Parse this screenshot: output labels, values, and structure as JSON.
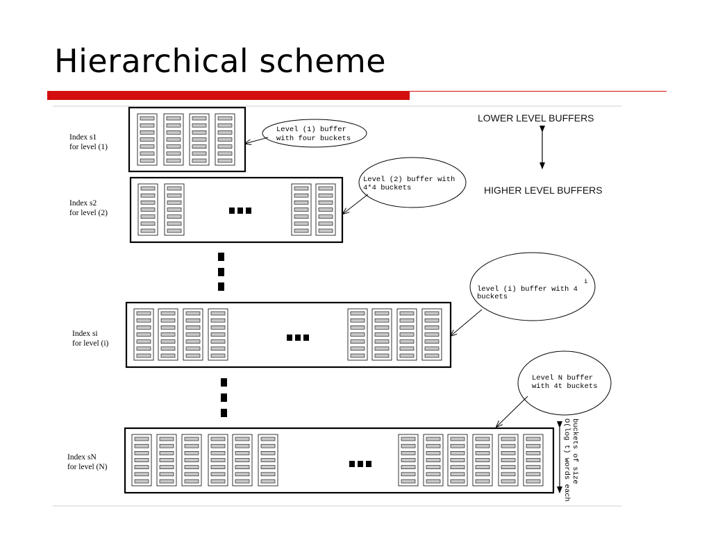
{
  "slide": {
    "title": "Hierarchical scheme"
  },
  "legend": {
    "lower": "LOWER LEVEL BUFFERS",
    "higher": "HIGHER LEVEL BUFFERS"
  },
  "levels": [
    {
      "index": "Index s1",
      "level": "for level (1)",
      "note": [
        "Level (1) buffer",
        "with four buckets"
      ]
    },
    {
      "index": "Index s2",
      "level": "for level (2)",
      "note": [
        "Level (2) buffer with",
        "4*4 buckets"
      ]
    },
    {
      "index": "Index si",
      "level": "for level (i)",
      "note": [
        "level (i) buffer with 4",
        "buckets"
      ],
      "note_sup": "i"
    },
    {
      "index": "Index sN",
      "level": "for level (N)",
      "note": [
        "Level N buffer",
        "with 4t buckets"
      ]
    }
  ],
  "bucket_label": [
    "buckets of size",
    "O(log t) words each"
  ]
}
